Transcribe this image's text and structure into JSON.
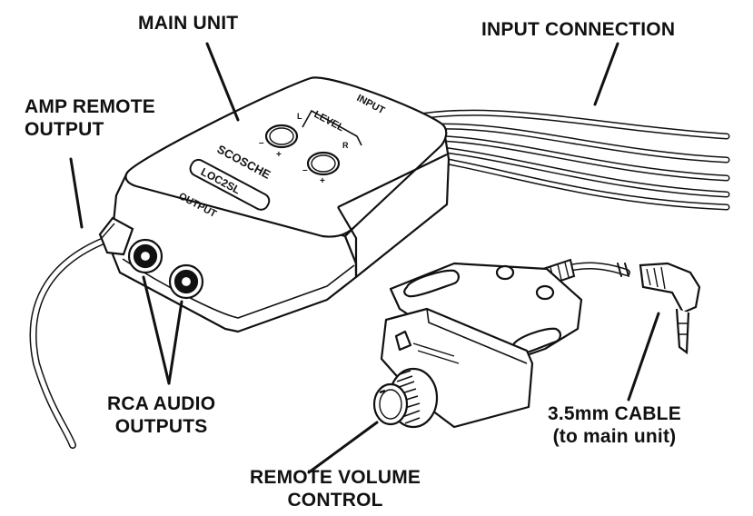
{
  "labels": {
    "main_unit": "MAIN UNIT",
    "input_connection": "INPUT CONNECTION",
    "amp_remote_line1": "AMP REMOTE",
    "amp_remote_line2": "OUTPUT",
    "rca_line1": "RCA AUDIO",
    "rca_line2": "OUTPUTS",
    "cable_line1": "3.5mm CABLE",
    "cable_line2": "(to main unit)",
    "remote_line1": "REMOTE VOLUME",
    "remote_line2": "CONTROL"
  },
  "device": {
    "input_text": "INPUT",
    "level_text": "LEVEL",
    "output_text": "OUTPUT",
    "brand_text": "SCOSCHE",
    "model_text": "LOC2SL",
    "left_channel": "L",
    "right_channel": "R",
    "minus": "–",
    "plus": "+"
  }
}
